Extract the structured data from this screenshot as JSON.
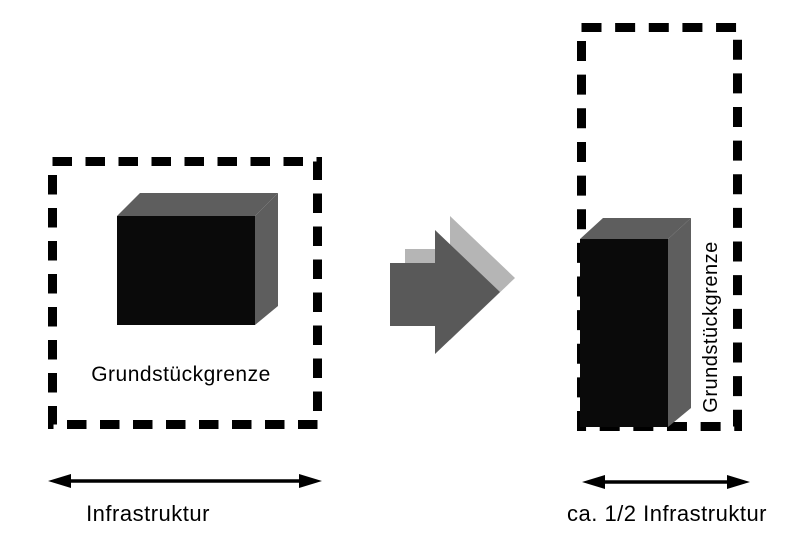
{
  "colors": {
    "ink": "#000000",
    "building_front": "#0a0a0a",
    "building_shade": "#5e5e5e",
    "transform_arrow_dark": "#595959",
    "transform_arrow_light": "#b5b5b5"
  },
  "left_diagram": {
    "boundary_label": "Grundstückgrenze",
    "infrastructure_label": "Infrastruktur"
  },
  "right_diagram": {
    "boundary_label": "Grundstückgrenze",
    "infrastructure_label": "ca. 1/2 Infrastruktur"
  }
}
